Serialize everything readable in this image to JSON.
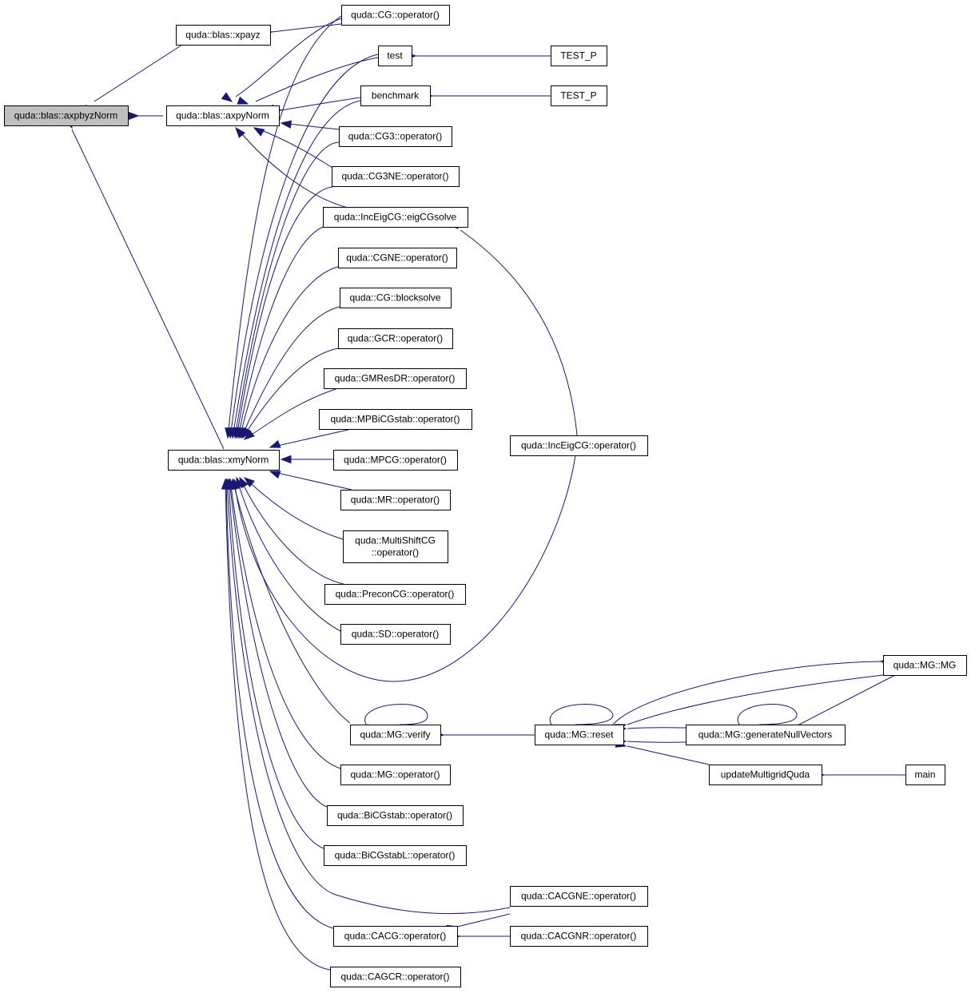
{
  "graph": {
    "nodes": [
      {
        "id": "axpbyzNorm",
        "lines": [
          "quda::blas::axpbyzNorm"
        ]
      },
      {
        "id": "xpayz",
        "lines": [
          "quda::blas::xpayz"
        ]
      },
      {
        "id": "axpyNorm",
        "lines": [
          "quda::blas::axpyNorm"
        ]
      },
      {
        "id": "xmyNorm",
        "lines": [
          "quda::blas::xmyNorm"
        ]
      },
      {
        "id": "CG_op",
        "lines": [
          "quda::CG::operator()"
        ]
      },
      {
        "id": "test",
        "lines": [
          "test"
        ]
      },
      {
        "id": "benchmark",
        "lines": [
          "benchmark"
        ]
      },
      {
        "id": "CG3_op",
        "lines": [
          "quda::CG3::operator()"
        ]
      },
      {
        "id": "CG3NE_op",
        "lines": [
          "quda::CG3NE::operator()"
        ]
      },
      {
        "id": "eigCGsolve",
        "lines": [
          "quda::IncEigCG::eigCGsolve"
        ]
      },
      {
        "id": "CGNE_op",
        "lines": [
          "quda::CGNE::operator()"
        ]
      },
      {
        "id": "CG_blocksolve",
        "lines": [
          "quda::CG::blocksolve"
        ]
      },
      {
        "id": "GCR_op",
        "lines": [
          "quda::GCR::operator()"
        ]
      },
      {
        "id": "GMResDR_op",
        "lines": [
          "quda::GMResDR::operator()"
        ]
      },
      {
        "id": "MPBiCGstab_op",
        "lines": [
          "quda::MPBiCGstab::operator()"
        ]
      },
      {
        "id": "MPCG_op",
        "lines": [
          "quda::MPCG::operator()"
        ]
      },
      {
        "id": "MR_op",
        "lines": [
          "quda::MR::operator()"
        ]
      },
      {
        "id": "MultiShiftCG_op",
        "lines": [
          "quda::MultiShiftCG",
          "::operator()"
        ]
      },
      {
        "id": "PreconCG_op",
        "lines": [
          "quda::PreconCG::operator()"
        ]
      },
      {
        "id": "SD_op",
        "lines": [
          "quda::SD::operator()"
        ]
      },
      {
        "id": "MG_verify",
        "lines": [
          "quda::MG::verify"
        ]
      },
      {
        "id": "MG_op",
        "lines": [
          "quda::MG::operator()"
        ]
      },
      {
        "id": "BiCGstab_op",
        "lines": [
          "quda::BiCGstab::operator()"
        ]
      },
      {
        "id": "BiCGstabL_op",
        "lines": [
          "quda::BiCGstabL::operator()"
        ]
      },
      {
        "id": "CACG_op",
        "lines": [
          "quda::CACG::operator()"
        ]
      },
      {
        "id": "CAGCR_op",
        "lines": [
          "quda::CAGCR::operator()"
        ]
      },
      {
        "id": "TEST_P1",
        "lines": [
          "TEST_P"
        ]
      },
      {
        "id": "TEST_P2",
        "lines": [
          "TEST_P"
        ]
      },
      {
        "id": "IncEigCG_op",
        "lines": [
          "quda::IncEigCG::operator()"
        ]
      },
      {
        "id": "MG_reset",
        "lines": [
          "quda::MG::reset"
        ]
      },
      {
        "id": "CACGNE_op",
        "lines": [
          "quda::CACGNE::operator()"
        ]
      },
      {
        "id": "CACGNR_op",
        "lines": [
          "quda::CACGNR::operator()"
        ]
      },
      {
        "id": "MG_MG",
        "lines": [
          "quda::MG::MG"
        ]
      },
      {
        "id": "genNull",
        "lines": [
          "quda::MG::generateNullVectors"
        ]
      },
      {
        "id": "updateMG",
        "lines": [
          "updateMultigridQuda"
        ]
      },
      {
        "id": "main",
        "lines": [
          "main"
        ]
      }
    ],
    "colors": {
      "edge": "#191970",
      "root_fill": "#bfbfbf",
      "node_fill": "#ffffff",
      "node_border": "#000000"
    }
  }
}
